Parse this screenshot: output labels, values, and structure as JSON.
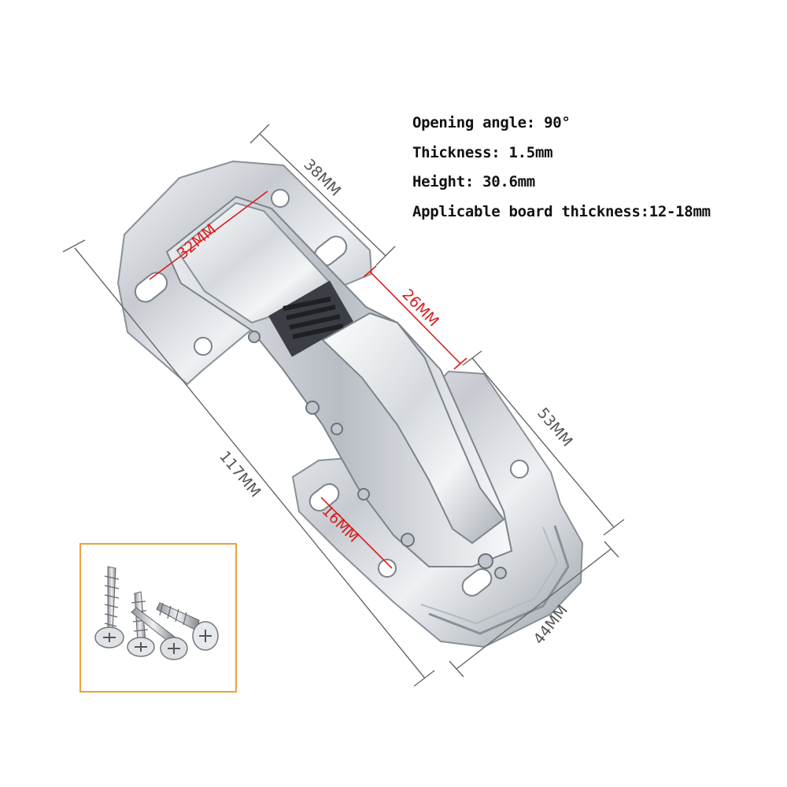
{
  "specs": {
    "opening_angle": "Opening angle: 90°",
    "thickness": "Thickness: 1.5mm",
    "height": "Height: 30.6mm",
    "board_thickness": "Applicable board thickness:12-18mm"
  },
  "dimensions": {
    "width_top": "38MM",
    "hole_spacing_top": "32MM",
    "gap": "26MM",
    "length_total": "117MM",
    "length_lower": "53MM",
    "hole_spacing_bottom": "16MM",
    "width_bottom": "44MM"
  },
  "colors": {
    "dimension_gray": "#555555",
    "dimension_red": "#d91e1e",
    "thumbnail_border": "#e9a23b"
  }
}
